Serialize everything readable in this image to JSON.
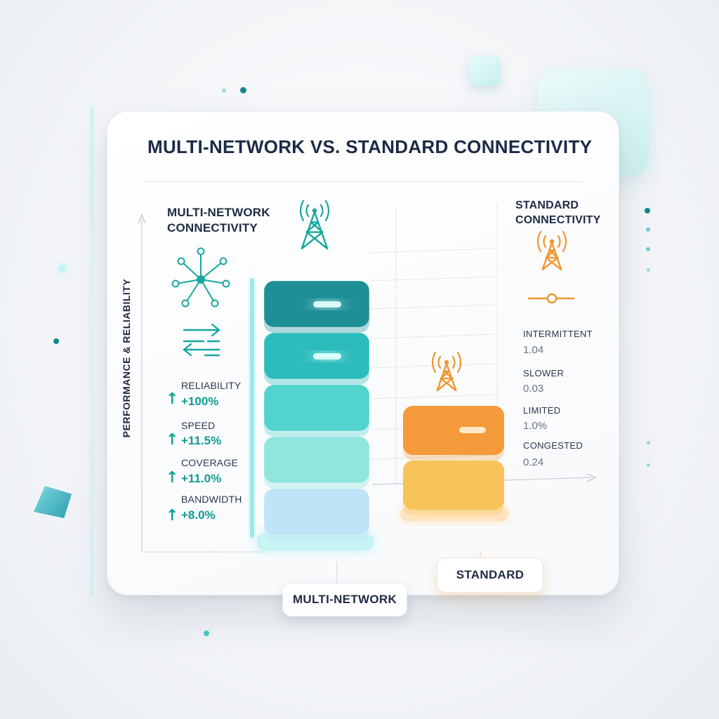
{
  "chart_data": {
    "type": "bar",
    "title": "MULTI-NETWORK VS. STANDARD CONNECTIVITY",
    "ylabel": "PERFORMANCE & RELIABILITY",
    "xlabel": "",
    "categories": [
      "MULTI-NETWORK",
      "STANDARD"
    ],
    "values": [
      5,
      2
    ],
    "unit": "stacked blocks",
    "grid": true
  },
  "multi": {
    "title": [
      "MULTI-NETWORK",
      "CONNECTIVITY"
    ],
    "metrics": [
      {
        "name": "RELIABILITY",
        "value": "+100%"
      },
      {
        "name": "SPEED",
        "value": "+11.5%"
      },
      {
        "name": "COVERAGE",
        "value": "+11.0%"
      },
      {
        "name": "BANDWIDTH",
        "value": "+8.0%"
      }
    ],
    "block_colors": [
      "#1f8f97",
      "#2cbcbc",
      "#52d3cd",
      "#8ee6de",
      "#bfe3f7"
    ]
  },
  "standard": {
    "title": [
      "STANDARD",
      "CONNECTIVITY"
    ],
    "metrics": [
      {
        "name": "INTERMITTENT",
        "value": "1.04"
      },
      {
        "name": "SLOWER",
        "value": "0.03"
      },
      {
        "name": "LIMITED",
        "value": "1.0%"
      },
      {
        "name": "CONGESTED",
        "value": "0.24"
      }
    ],
    "block_colors": [
      "#f59a3a",
      "#f8c45a"
    ]
  },
  "colors": {
    "teal": "#17a7a0",
    "orange": "#f0962e",
    "navy": "#1b2a48"
  },
  "icons": [
    "antenna-tower-icon",
    "network-hub-icon",
    "data-transfer-icon",
    "standard-tower-icon",
    "link-line-icon",
    "up-arrow-icon"
  ]
}
